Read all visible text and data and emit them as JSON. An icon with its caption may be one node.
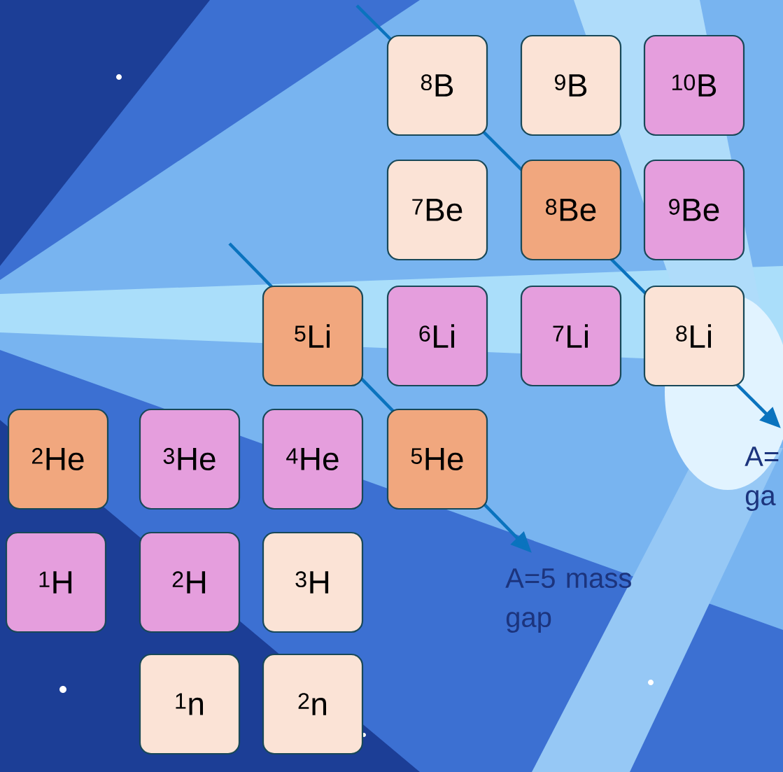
{
  "diagram": {
    "nodes": [
      {
        "text": [
          "$^{8}$B"
        ]
      },
      {
        "text": [
          "$^{9}$B"
        ]
      },
      {
        "text": [
          "$^{10}$B"
        ]
      },
      {
        "text": [
          "$^{7}$Be"
        ]
      },
      {
        "text": [
          "$^{8}$Be"
        ]
      },
      {
        "text": [
          "$^{9}$Be"
        ]
      },
      {
        "text": [
          "$^{5}$Li"
        ]
      },
      {
        "text": [
          "$^{6}$Li"
        ]
      },
      {
        "text": [
          "$^{7}$Li"
        ]
      },
      {
        "text": [
          "$^{8}$Li"
        ]
      },
      {
        "text": [
          "$^{2}$He"
        ]
      },
      {
        "text": [
          "$^{3}$He"
        ]
      },
      {
        "text": [
          "$^{4}$He"
        ]
      },
      {
        "text": [
          "$^{5}$He"
        ]
      },
      {
        "text": [
          "$^{1}$H"
        ]
      },
      {
        "text": [
          "$^{2}$H"
        ]
      },
      {
        "text": [
          "$^{3}$H"
        ]
      },
      {
        "text": [
          "$^{1}$n"
        ]
      },
      {
        "text": [
          "$^{2}$n"
        ]
      },
      {
        "text": [
          "A=5 mass gap"
        ]
      },
      {
        "text": [
          "A= ga"
        ]
      }
    ],
    "edges": [
      {
        "from": null,
        "to": 19,
        "arrow": "to"
      },
      {
        "from": null,
        "to": 20,
        "arrow": "to"
      }
    ]
  }
}
